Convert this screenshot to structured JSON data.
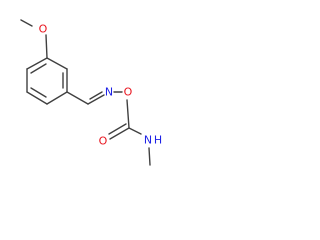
{
  "molecule": {
    "atoms": {
      "o_methoxy": {
        "label": "O",
        "color": "#e8141e"
      },
      "n_oxime": {
        "label": "N",
        "color": "#1e22e6"
      },
      "o_ester": {
        "label": "O",
        "color": "#e8141e"
      },
      "o_carbonyl": {
        "label": "O",
        "color": "#e8141e"
      },
      "n_amide": {
        "label": "N",
        "color": "#1e22e6"
      },
      "h_amide": {
        "label": "H",
        "color": "#1e22e6"
      }
    },
    "bond_color": "#404040"
  }
}
